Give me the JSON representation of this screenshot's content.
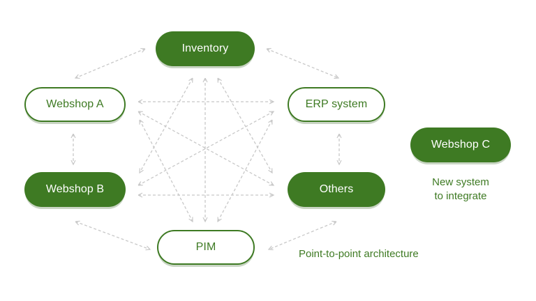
{
  "colors": {
    "accent": "#3e7a23",
    "connector": "#c8c8c8",
    "background": "#ffffff"
  },
  "nodes": {
    "inventory": {
      "label": "Inventory",
      "style": "filled"
    },
    "webshop_a": {
      "label": "Webshop A",
      "style": "outline"
    },
    "erp": {
      "label": "ERP system",
      "style": "outline"
    },
    "webshop_b": {
      "label": "Webshop B",
      "style": "filled"
    },
    "others": {
      "label": "Others",
      "style": "filled"
    },
    "pim": {
      "label": "PIM",
      "style": "outline"
    },
    "webshop_c": {
      "label": "Webshop C",
      "style": "filled"
    }
  },
  "captions": {
    "new_system": "New system\nto integrate",
    "architecture": "Point-to-point architecture"
  }
}
